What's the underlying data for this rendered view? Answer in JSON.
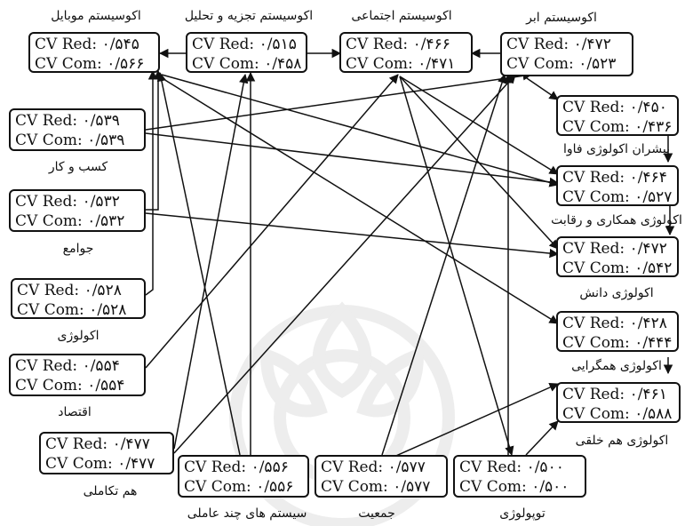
{
  "nodes": [
    {
      "id": "mobile",
      "title": "اکوسیستم موبایل",
      "red_label": "CV Red:",
      "red_value": "۰/۵۴۵",
      "com_label": "CV Com:",
      "com_value": "۰/۵۶۶"
    },
    {
      "id": "analytics",
      "title": "اکوسیستم تجزیه و تحلیل",
      "red_label": "CV Red:",
      "red_value": "۰/۵۱۵",
      "com_label": "CV Com:",
      "com_value": "۰/۴۵۸"
    },
    {
      "id": "social",
      "title": "اکوسیستم اجتماعی",
      "red_label": "CV Red:",
      "red_value": "۰/۴۶۶",
      "com_label": "CV Com:",
      "com_value": "۰/۴۷۱"
    },
    {
      "id": "cloud",
      "title": "اکوسیستم ابر",
      "red_label": "CV Red:",
      "red_value": "۰/۴۷۲",
      "com_label": "CV Com:",
      "com_value": "۰/۵۲۳"
    },
    {
      "id": "business",
      "title": "کسب و کار",
      "red_label": "CV Red:",
      "red_value": "۰/۵۳۹",
      "com_label": "CV Com:",
      "com_value": "۰/۵۳۹"
    },
    {
      "id": "societies",
      "title": "جوامع",
      "red_label": "CV Red:",
      "red_value": "۰/۵۳۲",
      "com_label": "CV Com:",
      "com_value": "۰/۵۳۲"
    },
    {
      "id": "ecology",
      "title": "اکولوژی",
      "red_label": "CV Red:",
      "red_value": "۰/۵۲۸",
      "com_label": "CV Com:",
      "com_value": "۰/۵۲۸"
    },
    {
      "id": "economy",
      "title": "اقتصاد",
      "red_label": "CV Red:",
      "red_value": "۰/۵۵۴",
      "com_label": "CV Com:",
      "com_value": "۰/۵۵۴"
    },
    {
      "id": "coevolution",
      "title": "هم تکاملی",
      "red_label": "CV Red:",
      "red_value": "۰/۴۷۷",
      "com_label": "CV Com:",
      "com_value": "۰/۴۷۷"
    },
    {
      "id": "multiagent",
      "title": "سیستم های چند عاملی",
      "red_label": "CV Red:",
      "red_value": "۰/۵۵۶",
      "com_label": "CV Com:",
      "com_value": "۰/۵۵۶"
    },
    {
      "id": "population",
      "title": "جمعیت",
      "red_label": "CV Red:",
      "red_value": "۰/۵۷۷",
      "com_label": "CV Com:",
      "com_value": "۰/۵۷۷"
    },
    {
      "id": "topology",
      "title": "توپولوژی",
      "red_label": "CV Red:",
      "red_value": "۰/۵۰۰",
      "com_label": "CV Com:",
      "com_value": "۰/۵۰۰"
    },
    {
      "id": "ict_drivers",
      "title": "پیشران اکولوژی فاوا",
      "red_label": "CV Red:",
      "red_value": "۰/۴۵۰",
      "com_label": "CV Com:",
      "com_value": "۰/۴۳۶"
    },
    {
      "id": "coop_competition",
      "title": "اکولوژی همکاری و رقابت",
      "red_label": "CV Red:",
      "red_value": "۰/۴۶۴",
      "com_label": "CV Com:",
      "com_value": "۰/۵۲۷"
    },
    {
      "id": "knowledge",
      "title": "اکولوژی دانش",
      "red_label": "CV Red:",
      "red_value": "۰/۴۷۲",
      "com_label": "CV Com:",
      "com_value": "۰/۵۴۲"
    },
    {
      "id": "convergence",
      "title": "اکولوژی همگرایی",
      "red_label": "CV Red:",
      "red_value": "۰/۴۲۸",
      "com_label": "CV Com:",
      "com_value": "۰/۴۴۴"
    },
    {
      "id": "cocreation",
      "title": "اکولوژی هم خلقی",
      "red_label": "CV Red:",
      "red_value": "۰/۴۶۱",
      "com_label": "CV Com:",
      "com_value": "۰/۵۸۸"
    }
  ]
}
